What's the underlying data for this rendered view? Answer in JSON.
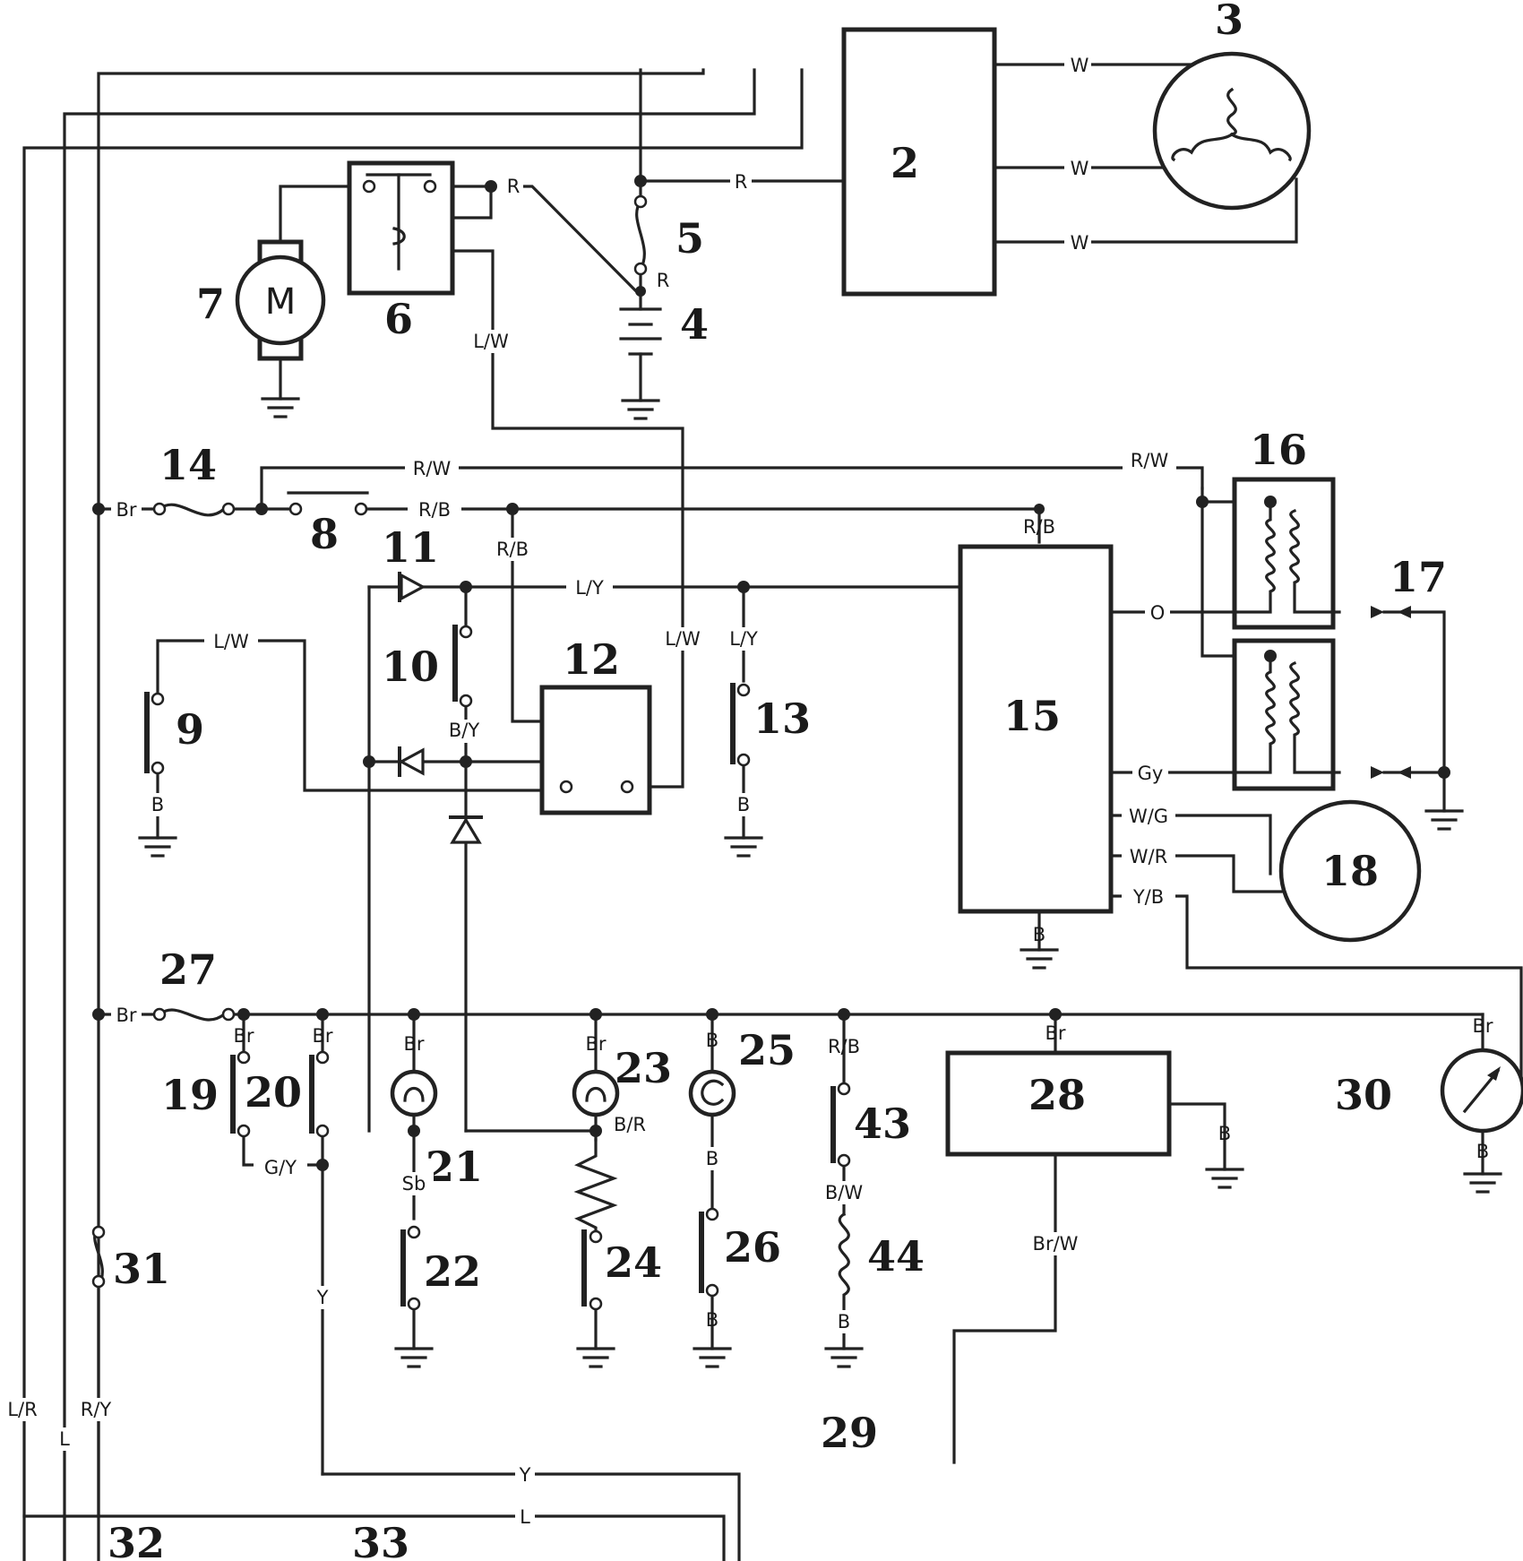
{
  "components": {
    "c2": "2",
    "c3": "3",
    "c4": "4",
    "c5": "5",
    "c6": "6",
    "c7": "7",
    "c8": "8",
    "c9": "9",
    "c10": "10",
    "c11": "11",
    "c12": "12",
    "c13": "13",
    "c14": "14",
    "c15": "15",
    "c16": "16",
    "c17": "17",
    "c18": "18",
    "c19": "19",
    "c20": "20",
    "c21": "21",
    "c22": "22",
    "c23": "23",
    "c24": "24",
    "c25": "25",
    "c26": "26",
    "c27": "27",
    "c28": "28",
    "c29": "29",
    "c30": "30",
    "c31": "31",
    "c32": "32",
    "c33": "33",
    "c43": "43",
    "c44": "44",
    "motor_symbol": "M"
  },
  "wires": {
    "stator_w1": "W",
    "stator_w2": "W",
    "stator_w3": "W",
    "battery_r": "R",
    "reg_r": "R",
    "fuse_r": "R",
    "relay_lw": "L/W",
    "main_rw": "R/W",
    "igniter_rw": "R/W",
    "fuse14_br": "Br",
    "sw8_rb": "R/B",
    "igniter_rb": "R/B",
    "relay12_rb": "R/B",
    "ly_main": "L/Y",
    "ly_13": "L/Y",
    "lw_9": "L/W",
    "lw_12": "L/W",
    "b_9": "B",
    "b_13": "B",
    "b_15": "B",
    "by_10": "B/Y",
    "o_15": "O",
    "gy_15": "Gy",
    "wg_15": "W/G",
    "wr_15": "W/R",
    "yb_15": "Y/B",
    "fuse27_br": "Br",
    "br_19": "Br",
    "br_20": "Br",
    "br_21": "Br",
    "br_23": "Br",
    "b_25": "B",
    "rb_43": "R/B",
    "br_28": "Br",
    "br_30": "Br",
    "gy_19": "G/Y",
    "sb_21": "Sb",
    "br_23b": "B/R",
    "b_25b": "B",
    "b_26": "B",
    "bw_43": "B/W",
    "b_44": "B",
    "b_28": "B",
    "b_30": "B",
    "brw_28": "Br/W",
    "y_20": "Y",
    "y_bottom": "Y",
    "l_bottom": "L",
    "lr_left": "L/R",
    "ry_left": "R/Y",
    "l_left": "L"
  }
}
